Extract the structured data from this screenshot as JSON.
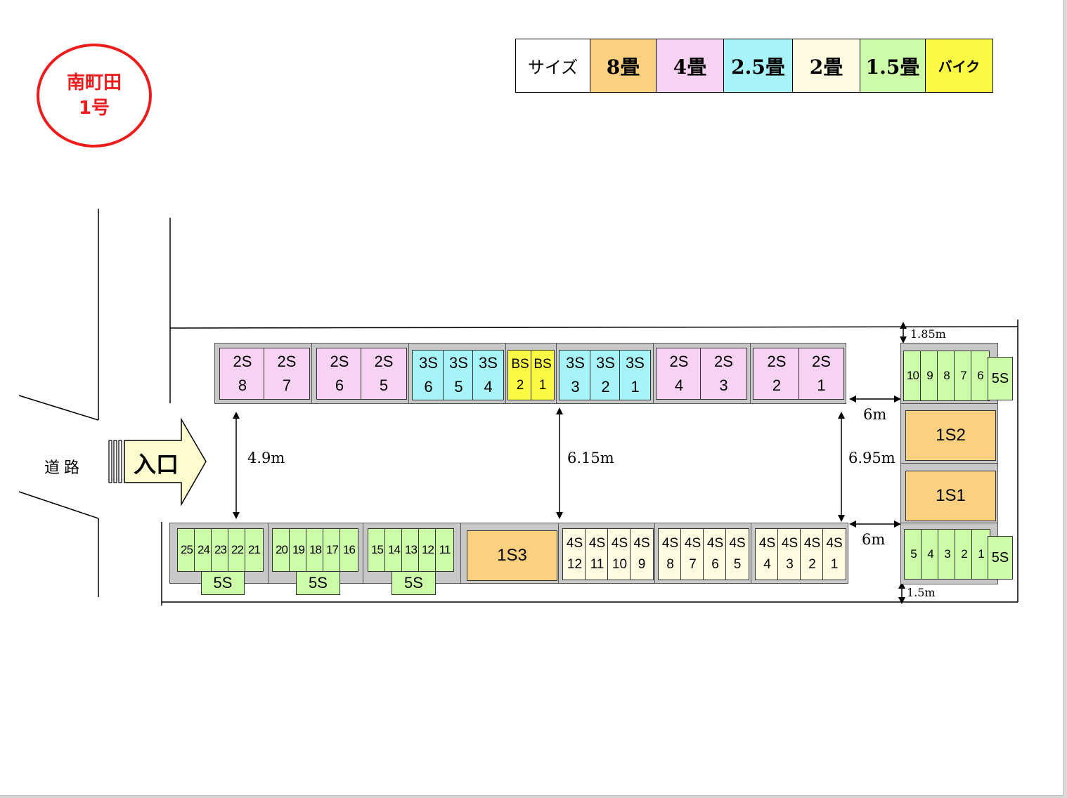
{
  "title": {
    "line1": "南町田",
    "line2": "1号"
  },
  "legend": [
    {
      "label": "サイズ",
      "color": "#ffffff"
    },
    {
      "label": "8畳",
      "color": "#fbd17f"
    },
    {
      "label": "4畳",
      "color": "#f7d2f3"
    },
    {
      "label": "2.5畳",
      "color": "#a7f4f8"
    },
    {
      "label": "2畳",
      "color": "#fffce1"
    },
    {
      "label": "1.5畳",
      "color": "#ccfca8"
    },
    {
      "label": "バイク",
      "color": "#fafa44"
    }
  ],
  "road_label": "道路",
  "entrance_label": "入口",
  "dimensions": {
    "left_gap": "4.9m",
    "center_gap": "6.15m",
    "right_gap": "6.95m",
    "side_gap_top": "6m",
    "side_gap_bottom": "6m",
    "top_margin": "1.85m",
    "bottom_margin": "1.5m"
  },
  "top_row": [
    {
      "l1": "2S",
      "l2": "8",
      "size": "4畳"
    },
    {
      "l1": "2S",
      "l2": "7",
      "size": "4畳"
    },
    {
      "l1": "2S",
      "l2": "6",
      "size": "4畳"
    },
    {
      "l1": "2S",
      "l2": "5",
      "size": "4畳"
    },
    {
      "l1": "3S",
      "l2": "6",
      "size": "2.5畳"
    },
    {
      "l1": "3S",
      "l2": "5",
      "size": "2.5畳"
    },
    {
      "l1": "3S",
      "l2": "4",
      "size": "2.5畳"
    },
    {
      "l1": "BS",
      "l2": "2",
      "size": "バイク"
    },
    {
      "l1": "BS",
      "l2": "1",
      "size": "バイク"
    },
    {
      "l1": "3S",
      "l2": "3",
      "size": "2.5畳"
    },
    {
      "l1": "3S",
      "l2": "2",
      "size": "2.5畳"
    },
    {
      "l1": "3S",
      "l2": "1",
      "size": "2.5畳"
    },
    {
      "l1": "2S",
      "l2": "4",
      "size": "4畳"
    },
    {
      "l1": "2S",
      "l2": "3",
      "size": "4畳"
    },
    {
      "l1": "2S",
      "l2": "2",
      "size": "4畳"
    },
    {
      "l1": "2S",
      "l2": "1",
      "size": "4畳"
    }
  ],
  "bottom_row": {
    "block1": [
      "25",
      "24",
      "23",
      "22",
      "21"
    ],
    "block2": [
      "20",
      "19",
      "18",
      "17",
      "16"
    ],
    "block3": [
      "15",
      "14",
      "13",
      "12",
      "11"
    ],
    "block_tag": "5S",
    "large_unit": "1S3",
    "units_4s": [
      {
        "l1": "4S",
        "l2": "12"
      },
      {
        "l1": "4S",
        "l2": "11"
      },
      {
        "l1": "4S",
        "l2": "10"
      },
      {
        "l1": "4S",
        "l2": "9"
      },
      {
        "l1": "4S",
        "l2": "8"
      },
      {
        "l1": "4S",
        "l2": "7"
      },
      {
        "l1": "4S",
        "l2": "6"
      },
      {
        "l1": "4S",
        "l2": "5"
      },
      {
        "l1": "4S",
        "l2": "4"
      },
      {
        "l1": "4S",
        "l2": "3"
      },
      {
        "l1": "4S",
        "l2": "2"
      },
      {
        "l1": "4S",
        "l2": "1"
      }
    ]
  },
  "right_column": {
    "top_block": [
      "10",
      "9",
      "8",
      "7",
      "6"
    ],
    "top_tag": "5S",
    "large_top": "1S2",
    "large_bottom": "1S1",
    "bottom_block": [
      "5",
      "4",
      "3",
      "2",
      "1"
    ],
    "bottom_tag": "5S"
  }
}
